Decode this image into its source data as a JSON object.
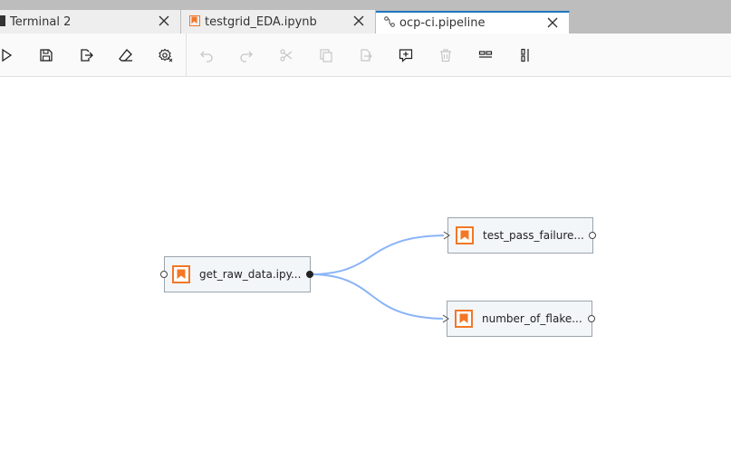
{
  "tabs": [
    {
      "label": "Terminal 2",
      "icon": "terminal-icon"
    },
    {
      "label": "testgrid_EDA.ipynb",
      "icon": "notebook-icon"
    },
    {
      "label": "ocp-ci.pipeline",
      "icon": "pipeline-icon",
      "active": true
    }
  ],
  "toolbar": {
    "buttons": [
      {
        "name": "run-pipeline",
        "icon": "play-icon",
        "enabled": true
      },
      {
        "name": "save-pipeline",
        "icon": "save-icon",
        "enabled": true
      },
      {
        "name": "export-pipeline",
        "icon": "export-icon",
        "enabled": true
      },
      {
        "name": "clear-pipeline",
        "icon": "eraser-icon",
        "enabled": true
      },
      {
        "name": "runtimes",
        "icon": "settings-gear-icon",
        "enabled": true
      },
      {
        "name": "undo",
        "icon": "undo-icon",
        "enabled": false
      },
      {
        "name": "redo",
        "icon": "redo-icon",
        "enabled": false
      },
      {
        "name": "cut",
        "icon": "cut-icon",
        "enabled": false
      },
      {
        "name": "copy",
        "icon": "copy-icon",
        "enabled": false
      },
      {
        "name": "paste",
        "icon": "paste-icon",
        "enabled": false
      },
      {
        "name": "add-comment",
        "icon": "comment-add-icon",
        "enabled": true
      },
      {
        "name": "delete",
        "icon": "trash-icon",
        "enabled": false
      },
      {
        "name": "arrange-horizontally",
        "icon": "arrange-horizontal-icon",
        "enabled": true
      },
      {
        "name": "arrange-vertically",
        "icon": "arrange-vertical-icon",
        "enabled": true
      }
    ]
  },
  "pipeline": {
    "nodes": [
      {
        "label": "get_raw_data.ipy...",
        "icon": "notebook-icon"
      },
      {
        "label": "test_pass_failure...",
        "icon": "notebook-icon"
      },
      {
        "label": "number_of_flake...",
        "icon": "notebook-icon"
      }
    ],
    "links": [
      {
        "from": "get_raw_data.ipy...",
        "to": "test_pass_failure..."
      },
      {
        "from": "get_raw_data.ipy...",
        "to": "number_of_flake..."
      }
    ]
  },
  "colors": {
    "accent": "#1f78c1",
    "notebook_orange": "#f37726",
    "link_blue": "#8ab4f8",
    "node_bg": "#f3f6f9"
  }
}
